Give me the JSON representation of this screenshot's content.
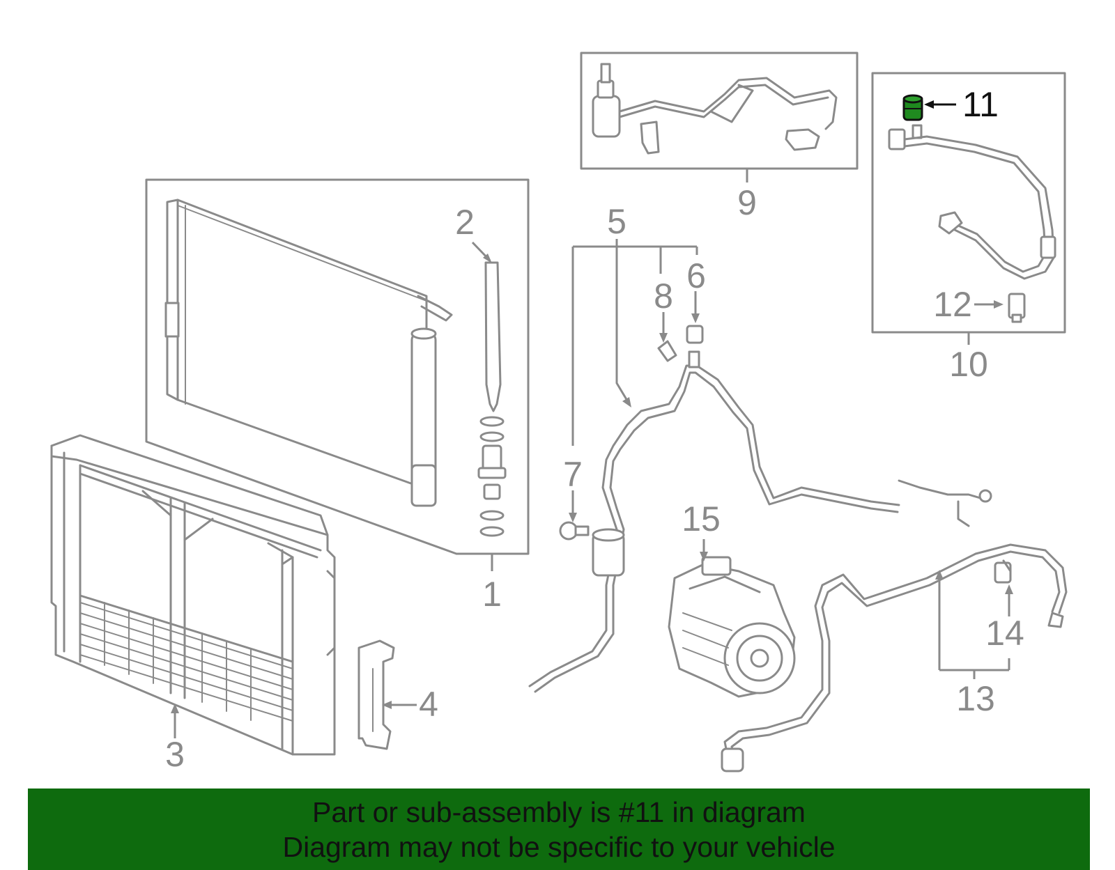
{
  "callouts": {
    "c1": "1",
    "c2": "2",
    "c3": "3",
    "c4": "4",
    "c5": "5",
    "c6": "6",
    "c7": "7",
    "c8": "8",
    "c9": "9",
    "c10": "10",
    "c11": "11",
    "c12": "12",
    "c13": "13",
    "c14": "14",
    "c15": "15"
  },
  "highlight": {
    "part": "11",
    "color": "#1f8a1f"
  },
  "colors": {
    "line": "#8a8a8a",
    "banner": "#0e6b0e"
  },
  "banner": {
    "line1": "Part or sub-assembly is #11 in diagram",
    "line2": "Diagram may not be specific to your vehicle"
  }
}
